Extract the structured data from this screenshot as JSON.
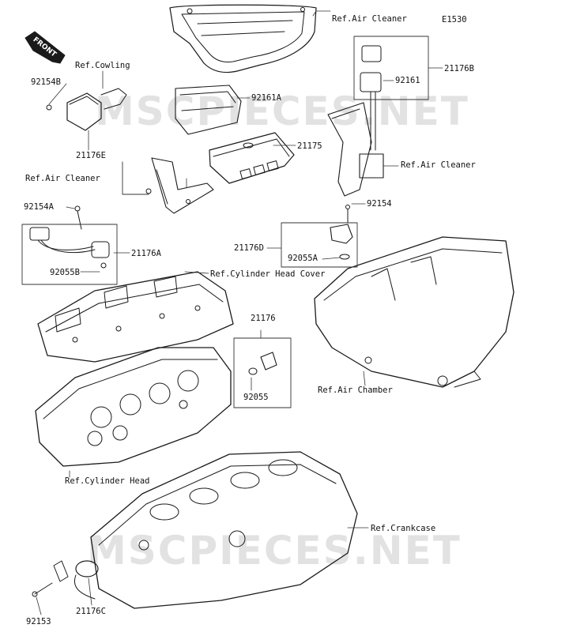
{
  "diagram": {
    "code": "E1530",
    "front_label": "FRONT",
    "watermarks": [
      "MSCPIECES.NET",
      "MSCPIECES.NET"
    ],
    "labels": {
      "ref_air_cleaner_top": "Ref.Air Cleaner",
      "ref_cowling": "Ref.Cowling",
      "p92154B": "92154B",
      "p21176E": "21176E",
      "p92161A": "92161A",
      "p21175": "21175",
      "ref_air_cleaner_left": "Ref.Air Cleaner",
      "p21176B": "21176B",
      "p92161": "92161",
      "ref_air_cleaner_right": "Ref.Air Cleaner",
      "p92154A": "92154A",
      "p21176A": "21176A",
      "p92055B": "92055B",
      "ref_cylinder_head_cover": "Ref.Cylinder Head Cover",
      "p92154": "92154",
      "p21176D": "21176D",
      "p92055A": "92055A",
      "p21176": "21176",
      "p92055": "92055",
      "ref_air_chamber": "Ref.Air Chamber",
      "ref_cylinder_head": "Ref.Cylinder Head",
      "ref_crankcase": "Ref.Crankcase",
      "p92153": "92153",
      "p21176C": "21176C"
    }
  }
}
